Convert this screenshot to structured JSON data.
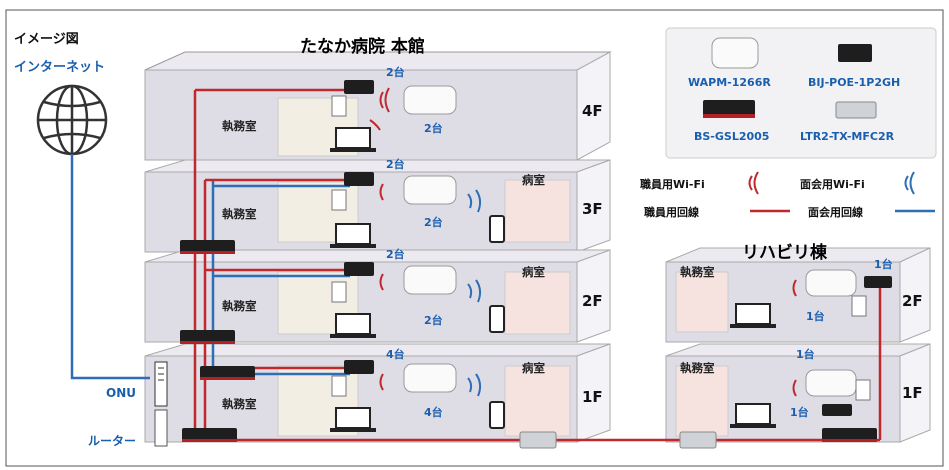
{
  "header": {
    "image_label": "イメージ図",
    "internet_label": "インターネット",
    "main_building": "たなか病院 本館",
    "rehab_building": "リハビリ棟"
  },
  "main_floors": [
    {
      "floor": "4F",
      "office": "執務室",
      "ward": "",
      "top_count": "2台",
      "ap_count": "2台"
    },
    {
      "floor": "3F",
      "office": "執務室",
      "ward": "病室",
      "top_count": "2台",
      "ap_count": "2台"
    },
    {
      "floor": "2F",
      "office": "執務室",
      "ward": "病室",
      "top_count": "2台",
      "ap_count": "2台"
    },
    {
      "floor": "1F",
      "office": "執務室",
      "ward": "病室",
      "top_count": "4台",
      "ap_count": "4台"
    }
  ],
  "rehab_floors": [
    {
      "floor": "2F",
      "office": "執務室",
      "count_a": "1台",
      "count_b": "1台"
    },
    {
      "floor": "1F",
      "office": "執務室",
      "count_a": "1台",
      "count_b": "1台"
    }
  ],
  "devices": {
    "onu": "ONU",
    "router": "ルーター"
  },
  "products": [
    "WAPM-1266R",
    "BIJ-POE-1P2GH",
    "BS-GSL2005",
    "LTR2-TX-MFC2R"
  ],
  "legend": {
    "staff_wifi": "職員用Wi-Fi",
    "visitor_wifi": "面会用Wi-Fi",
    "staff_line": "職員用回線",
    "visitor_line": "面会用回線",
    "staff_color": "#c0282d",
    "visitor_color": "#2f6db5"
  }
}
